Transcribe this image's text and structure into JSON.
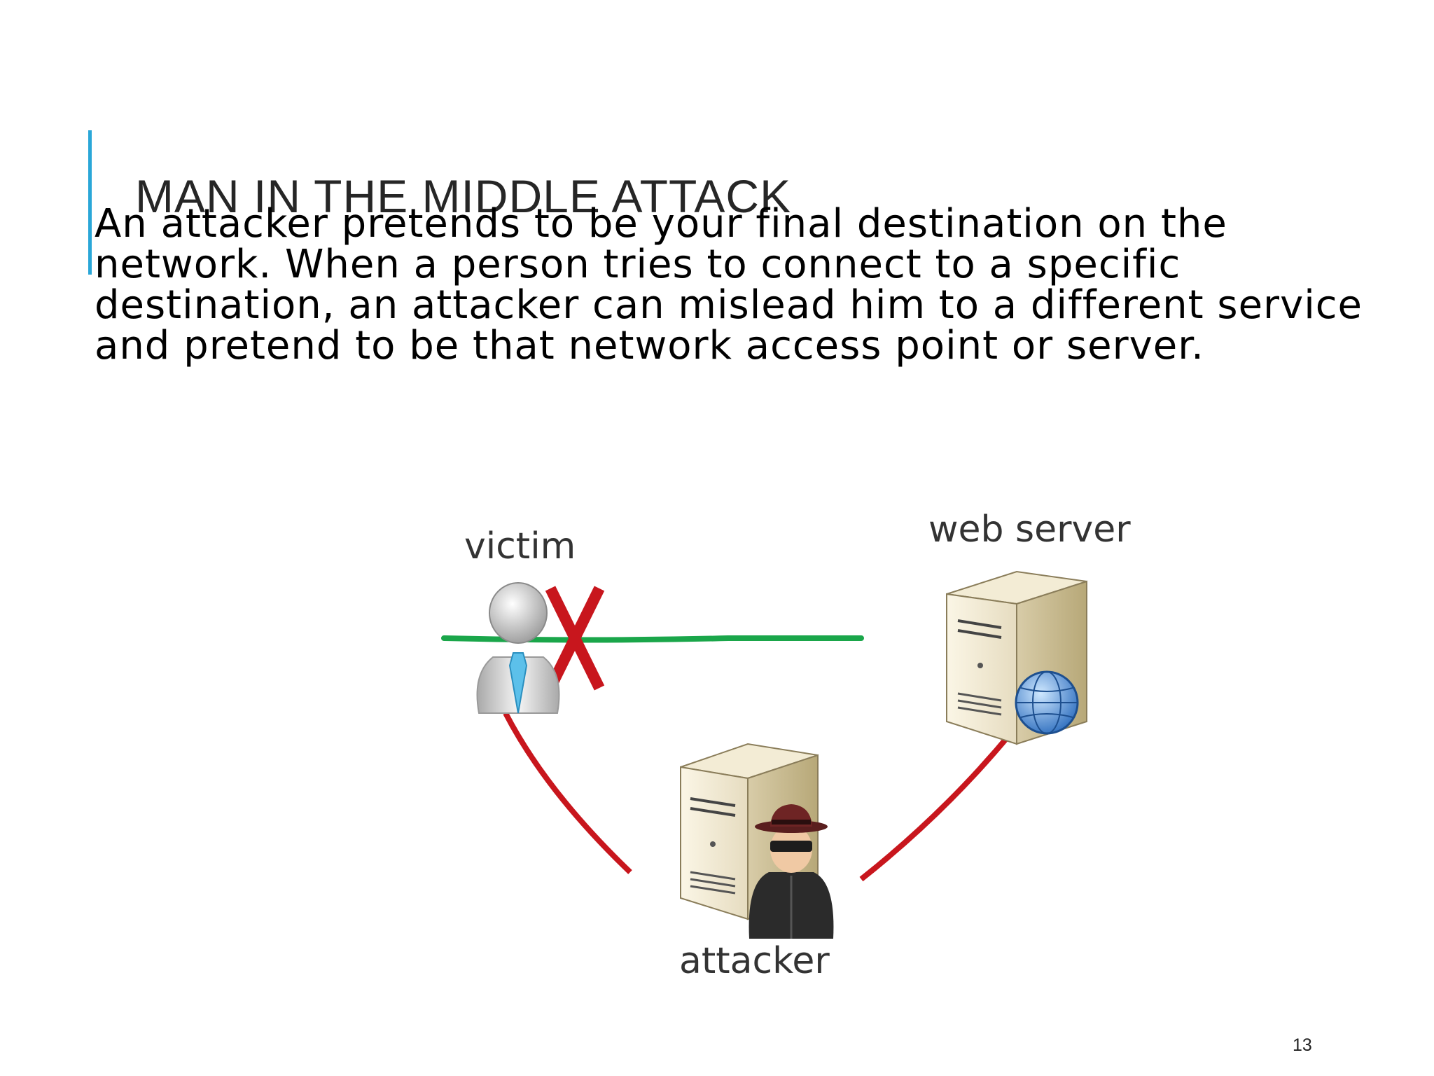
{
  "slide": {
    "title": "MAN IN THE MIDDLE ATTACK",
    "body": "An attacker pretends to be your final destination on the network. When a person tries to connect to a specific destination, an attacker can mislead him to a different service and pretend to be that network access point or server.",
    "page_number": "13",
    "accent_color": "#2aa7d8"
  },
  "diagram": {
    "victim_label": "victim",
    "server_label": "web server",
    "attacker_label": "attacker",
    "direct_link_color": "#1aa64a",
    "intercepted_link_color": "#c8161d",
    "blocked_mark_color": "#c8161d"
  }
}
